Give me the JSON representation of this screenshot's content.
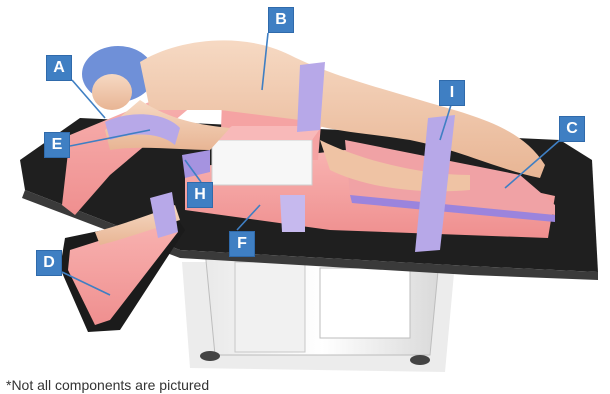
{
  "diagram": {
    "callouts": {
      "A": "A",
      "B": "B",
      "C": "C",
      "D": "D",
      "E": "E",
      "F": "F",
      "H": "H",
      "I": "I"
    },
    "footnote": "*Not all components are pictured"
  },
  "colors": {
    "callout_fill": "#3f7fc3",
    "pad_pink": "#f29a9a",
    "strap_lavender": "#b7a8e8",
    "table_black": "#1f1f1f",
    "skin": "#f3cdb1",
    "cap_blue": "#6f90d8"
  }
}
